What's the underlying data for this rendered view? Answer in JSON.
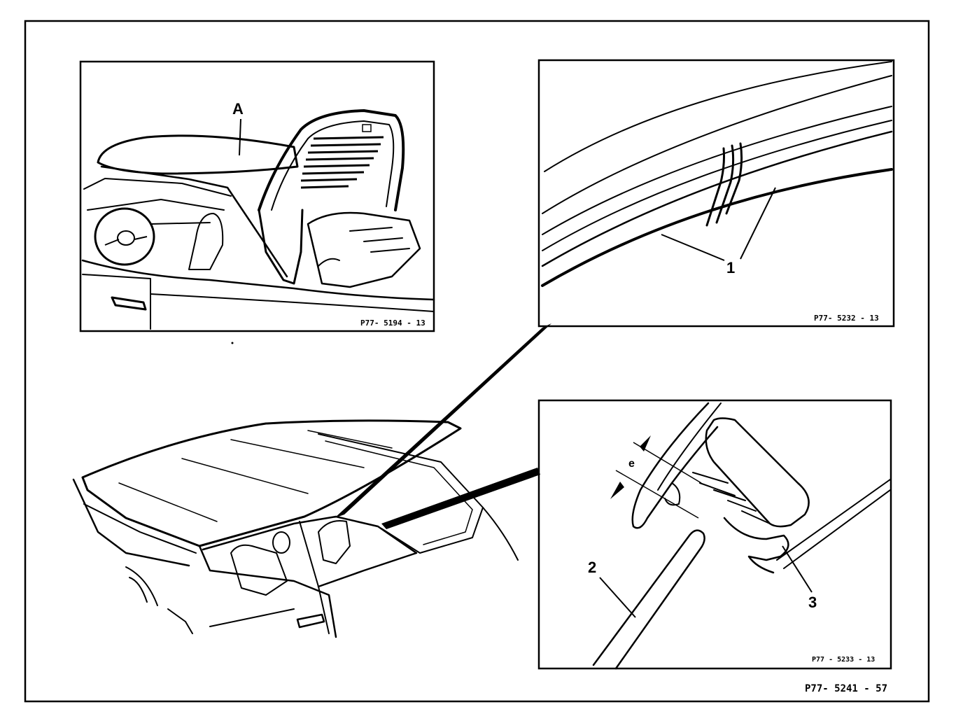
{
  "figure": {
    "main_ref": "P77- 5241 - 57"
  },
  "panels": {
    "top_left": {
      "ref": "P77- 5194 - 13",
      "callouts": [
        "A"
      ]
    },
    "top_right": {
      "ref": "P77- 5232 - 13",
      "callouts": [
        "1"
      ]
    },
    "bottom_right": {
      "ref": "P77 - 5233 - 13",
      "callouts": [
        "2",
        "3",
        "e"
      ]
    }
  },
  "colors": {
    "ink": "#000000",
    "paper": "#ffffff"
  }
}
